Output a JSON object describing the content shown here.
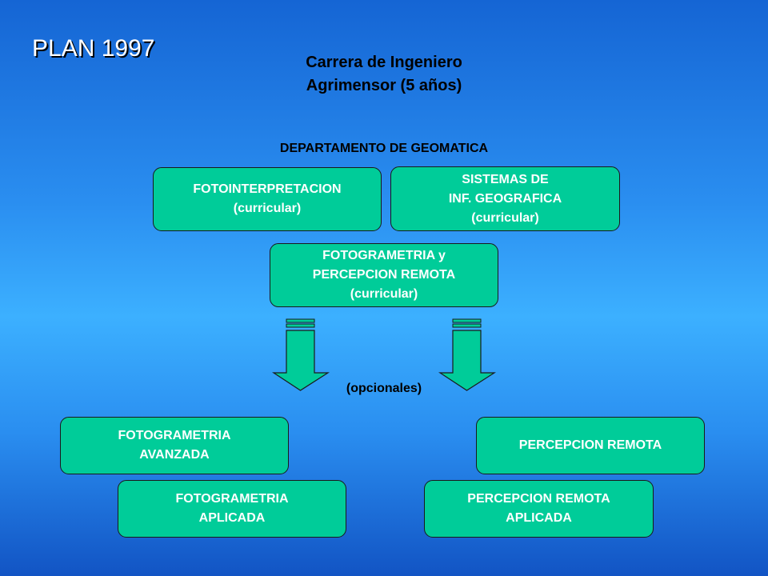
{
  "header": {
    "plan_title": "PLAN 1997",
    "career_line1": "Carrera de Ingeniero",
    "career_line2": "Agrimensor (5 años)"
  },
  "department": "DEPARTAMENTO DE GEOMATICA",
  "curricular": [
    {
      "lines": [
        "FOTOINTERPRETACION",
        "(curricular)"
      ]
    },
    {
      "lines": [
        "SISTEMAS DE",
        "INF. GEOGRAFICA",
        "(curricular)"
      ]
    },
    {
      "lines": [
        "FOTOGRAMETRIA y",
        "PERCEPCION REMOTA",
        "(curricular)"
      ]
    }
  ],
  "optional_label": "(opcionales)",
  "optional": [
    {
      "lines": [
        "FOTOGRAMETRIA",
        "AVANZADA"
      ]
    },
    {
      "lines": [
        "PERCEPCION REMOTA"
      ]
    },
    {
      "lines": [
        "FOTOGRAMETRIA",
        "APLICADA"
      ]
    },
    {
      "lines": [
        "PERCEPCION REMOTA",
        "APLICADA"
      ]
    }
  ],
  "colors": {
    "box_fill": "#00cc99",
    "box_border": "#1a1a1a",
    "arrow_fill": "#00cc99"
  }
}
